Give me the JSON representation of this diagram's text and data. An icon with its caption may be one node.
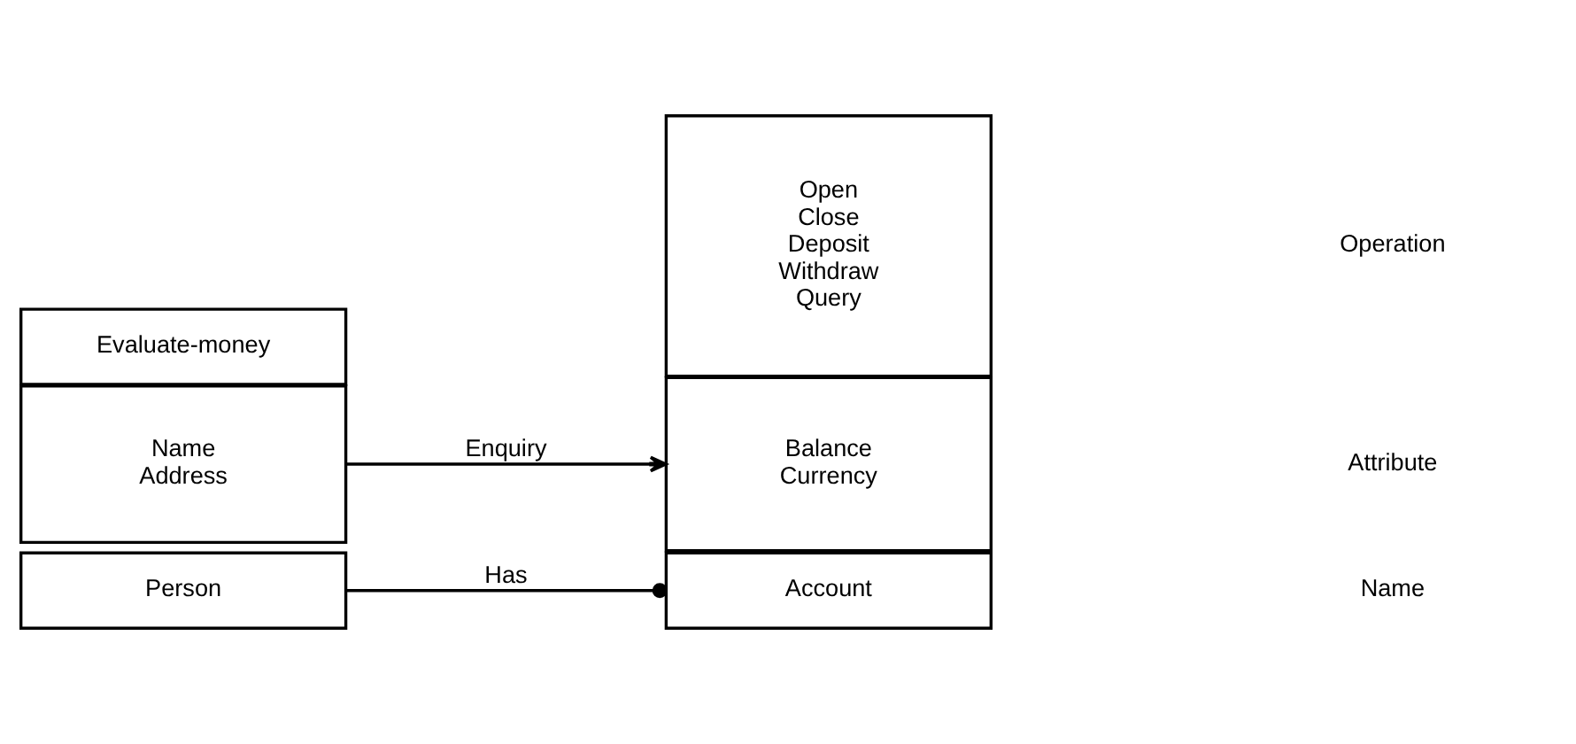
{
  "diagram": {
    "nodes": [
      {
        "text": [
          "Person"
        ]
      },
      {
        "text": [
          "Name",
          "Address"
        ]
      },
      {
        "text": [
          "Evaluate-money"
        ]
      },
      {
        "text": [
          "Account"
        ]
      },
      {
        "text": [
          "Balance",
          "Currency"
        ]
      },
      {
        "text": [
          "Open",
          "Close",
          "Deposit",
          "Withdraw",
          "Query"
        ]
      }
    ],
    "edges": [
      {
        "from": 0,
        "to": 3,
        "arrow": "other",
        "label": "Has"
      },
      {
        "from": 1,
        "to": 4,
        "arrow": "to",
        "label": "Enquiry"
      }
    ],
    "labels": [
      "Name",
      "Attribute",
      "Operation"
    ]
  }
}
